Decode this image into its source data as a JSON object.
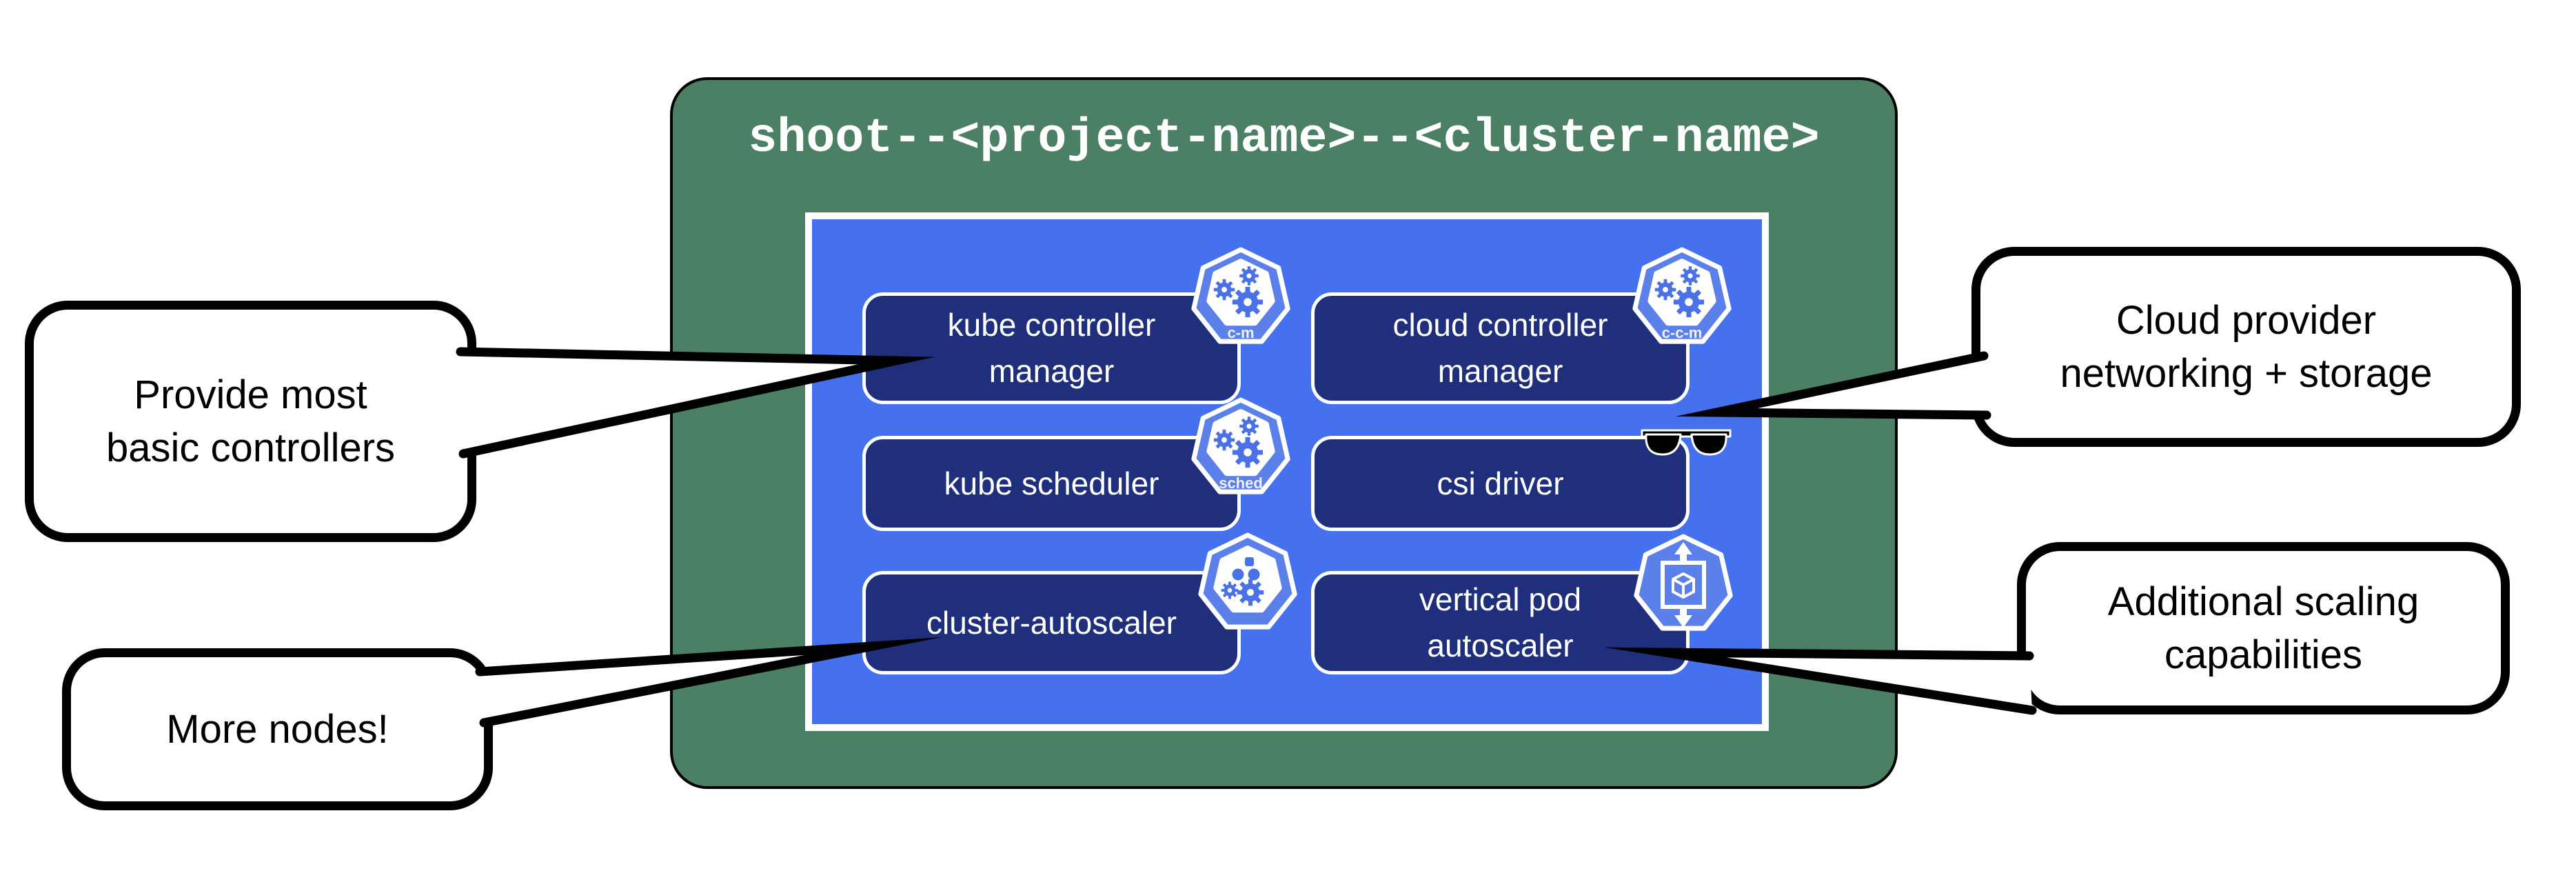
{
  "diagram": {
    "title": "shoot--<project-name>--<cluster-name>",
    "components": [
      {
        "label": "kube controller\nmanager",
        "icon": "c-m"
      },
      {
        "label": "cloud controller\nmanager",
        "icon": "c-c-m"
      },
      {
        "label": "kube scheduler",
        "icon": "sched"
      },
      {
        "label": "csi driver",
        "icon": "sunglasses"
      },
      {
        "label": "cluster-autoscaler",
        "icon": "cluster-autoscaler"
      },
      {
        "label": "vertical pod\nautoscaler",
        "icon": "vertical-pod-autoscaler"
      }
    ],
    "icon_badges": {
      "cm": "c-m",
      "ccm": "c-c-m",
      "sched": "sched"
    },
    "callouts": [
      {
        "text": "Provide most\nbasic controllers",
        "points_to": "kube controller manager"
      },
      {
        "text": "More nodes!",
        "points_to": "cluster-autoscaler"
      },
      {
        "text": "Cloud provider\nnetworking + storage",
        "points_to": "cloud controller manager / csi driver"
      },
      {
        "text": "Additional scaling\ncapabilities",
        "points_to": "vertical pod autoscaler"
      }
    ],
    "colors": {
      "green": "#4b8064",
      "blue": "#4571ee",
      "navy": "#202f7c",
      "icon_blue": "#5b80ea",
      "gear_blue": "#4a72e6",
      "white": "#ffffff",
      "black": "#000000"
    }
  }
}
